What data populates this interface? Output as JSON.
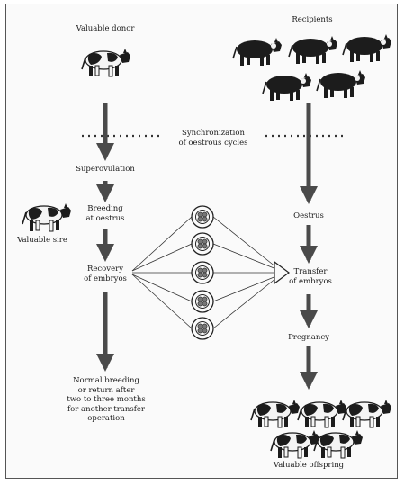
{
  "labels": {
    "valuable_donor": "Valuable donor",
    "recipients": "Recipients",
    "synchronization": "Synchronization\nof oestrous cycles",
    "superovulation": "Superovulation",
    "breeding": "Breeding\nat oestrus",
    "valuable_sire": "Valuable sire",
    "recovery": "Recovery\nof embryos",
    "normal_breeding": "Normal breeding\nor return after\ntwo to three months\nfor another transfer\noperation",
    "oestrus": "Oestrus",
    "transfer": "Transfer\nof embryos",
    "pregnancy": "Pregnancy",
    "valuable_offspring": "Valuable offspring"
  },
  "colors": {
    "ink": "#1a1a1a",
    "arrow": "#555555",
    "background": "#fafafa"
  },
  "icons": {
    "cow": "cow-icon",
    "embryo": "embryo-icon"
  }
}
